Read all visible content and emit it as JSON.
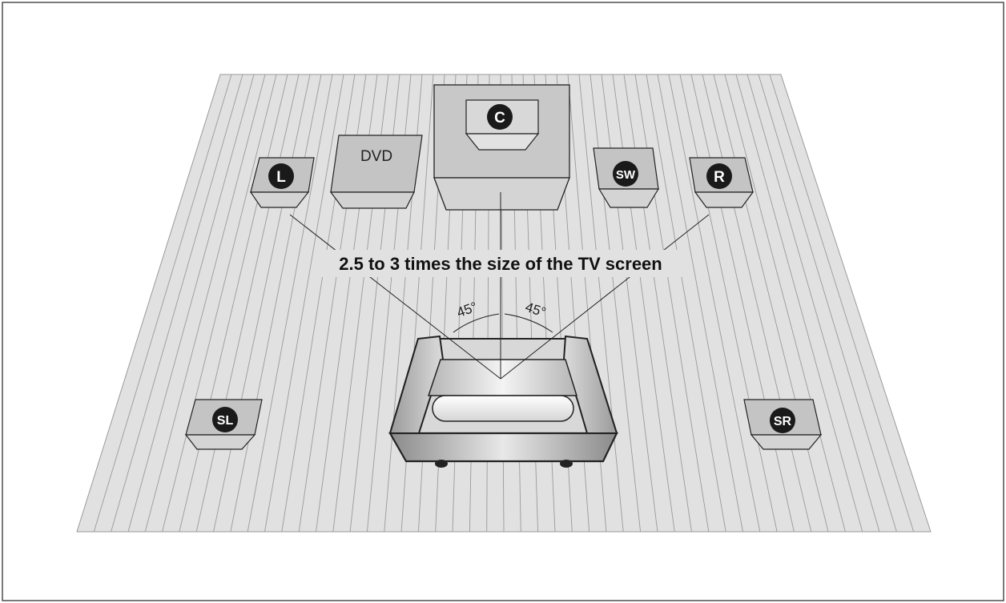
{
  "diagram": {
    "distance_label": "2.5 to 3 times the size of the TV screen",
    "angle_left": "45°",
    "angle_right": "45°",
    "dvd_label": "DVD",
    "speakers": {
      "center": "C",
      "left": "L",
      "right": "R",
      "subwoofer": "SW",
      "surround_left": "SL",
      "surround_right": "SR"
    }
  },
  "colors": {
    "floor": "#e1e1e1",
    "board_line": "#9a9a9a",
    "box_front": "#d0d0d0",
    "box_top": "#bdbdbd",
    "badge": "#1a1a1a",
    "outline": "#222222"
  }
}
